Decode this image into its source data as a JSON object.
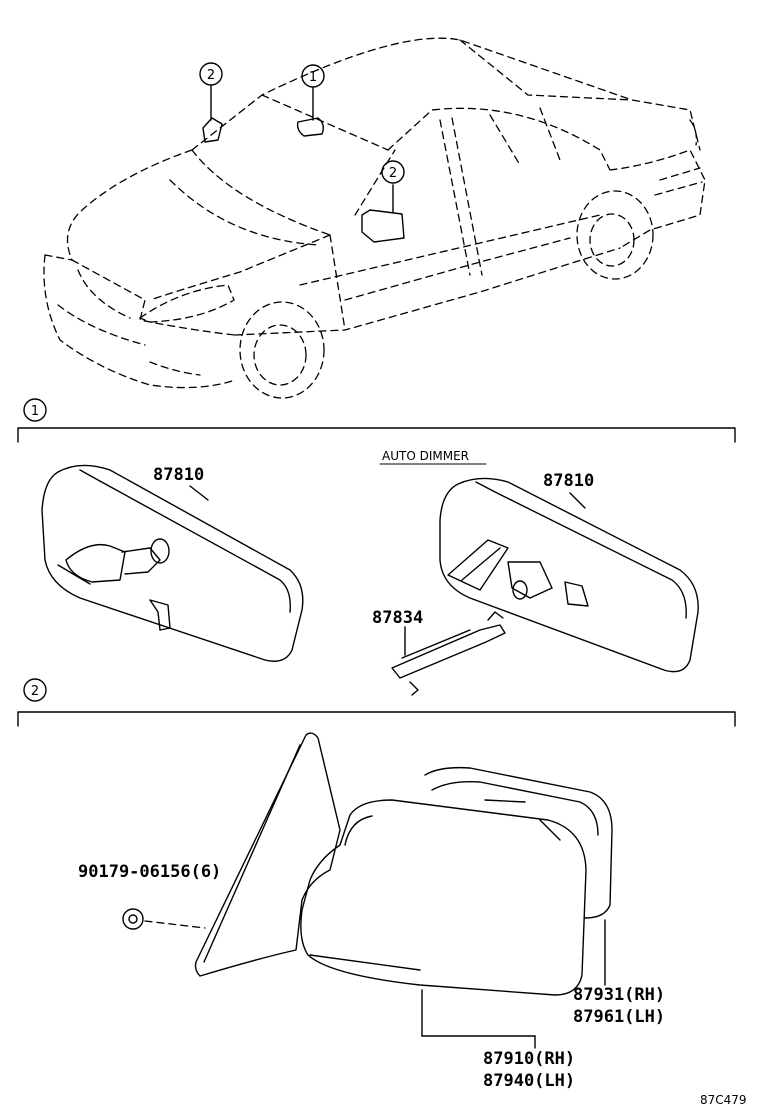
{
  "diagram": {
    "callouts": {
      "overview_inner_mirror": "1",
      "overview_left_mirror": "2",
      "overview_right_mirror": "2",
      "section_inner_mirror": "1",
      "section_outer_mirror": "2"
    },
    "section1": {
      "note": "AUTO DIMMER",
      "part_left": "87810",
      "part_right": "87810",
      "part_bracket": "87834"
    },
    "section2": {
      "part_bolt": "90179-06156(6)",
      "part_glass_rh": "87931(RH)",
      "part_glass_lh": "87961(LH)",
      "part_assy_rh": "87910(RH)",
      "part_assy_lh": "87940(LH)"
    },
    "diagram_code": "87C479"
  }
}
